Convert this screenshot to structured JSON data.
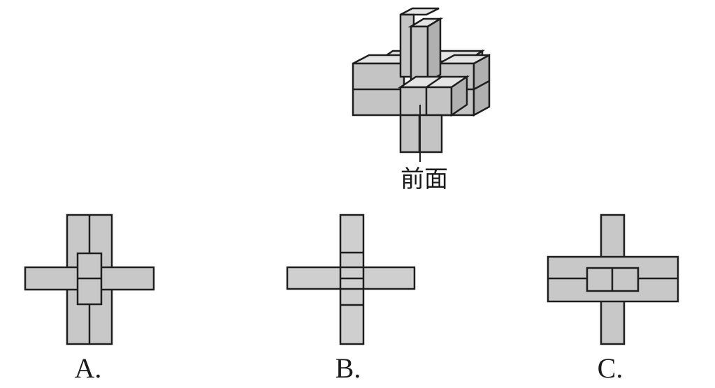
{
  "solid": {
    "front_label": "前面"
  },
  "options": [
    {
      "label": "A."
    },
    {
      "label": "B."
    },
    {
      "label": "C."
    }
  ]
}
